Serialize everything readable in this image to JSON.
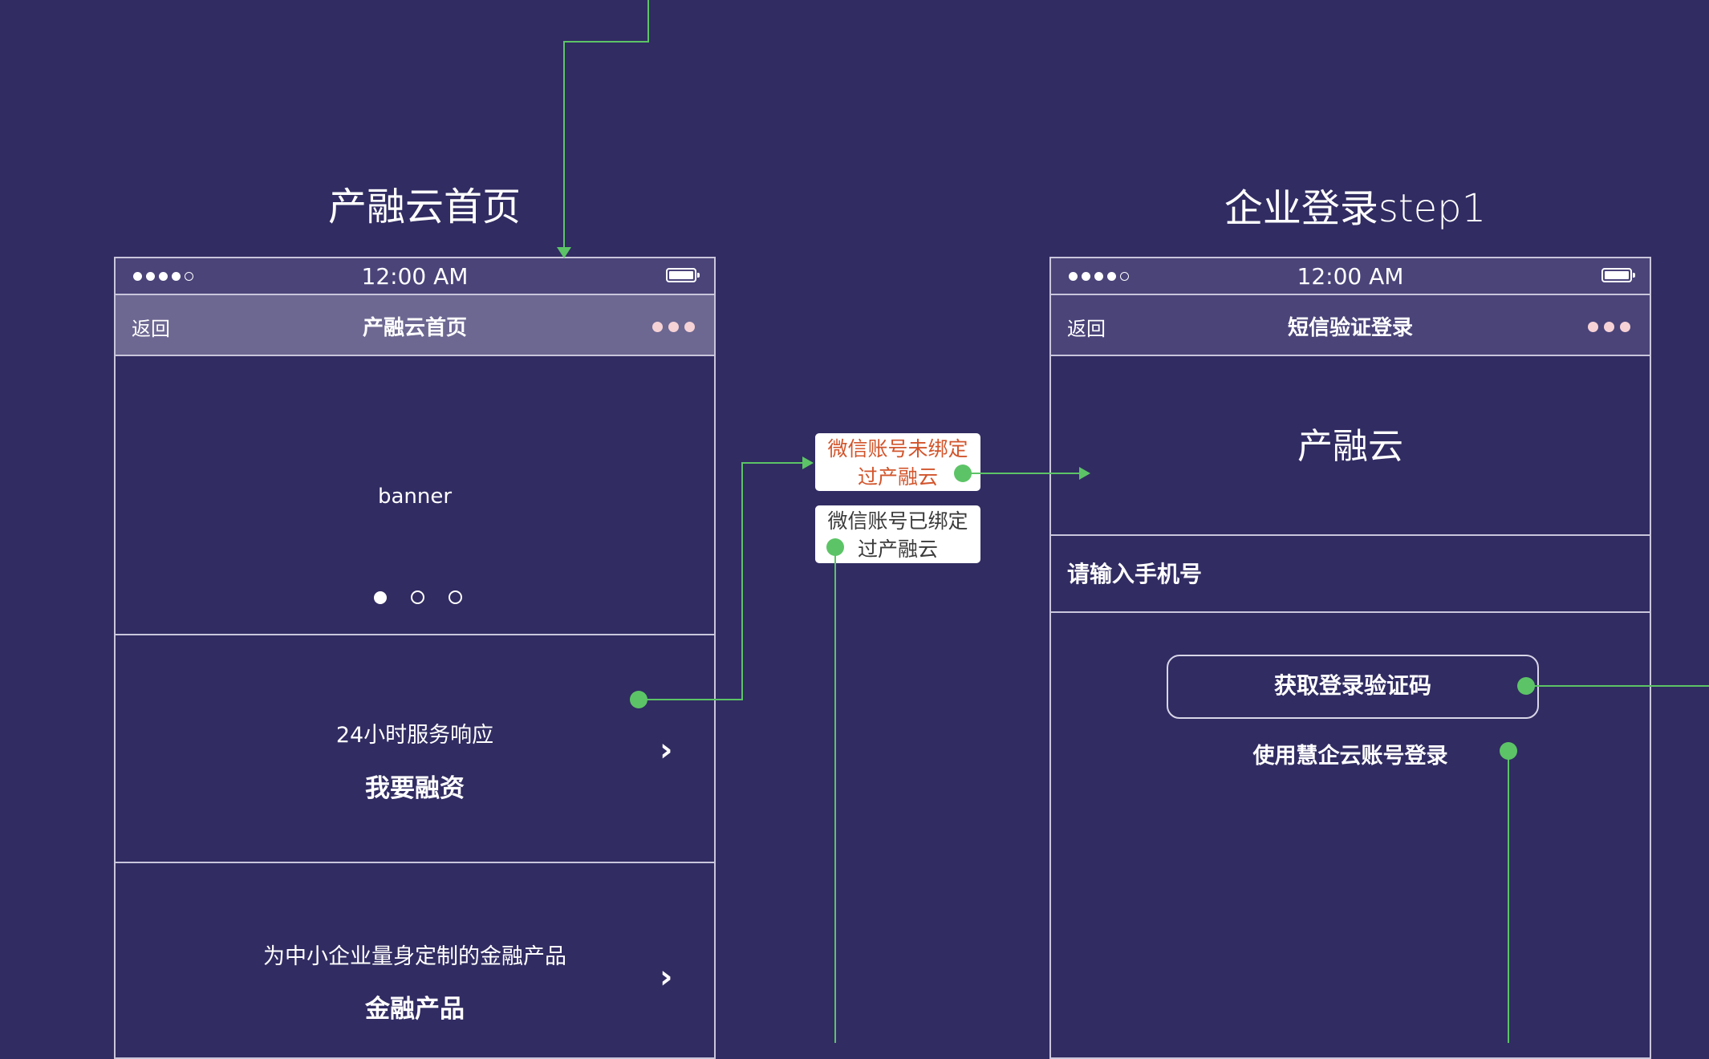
{
  "screens": [
    {
      "heading": "产融云首页",
      "status": {
        "time": "12:00 AM"
      },
      "nav": {
        "back": "返回",
        "title": "产融云首页"
      },
      "banner": {
        "label": "banner",
        "page_dots": 3,
        "active_dot": 0
      },
      "list": [
        {
          "subtitle": "24小时服务响应",
          "title": "我要融资"
        },
        {
          "subtitle": "为中小企业量身定制的金融产品",
          "title": "金融产品"
        }
      ]
    },
    {
      "heading": "企业登录step1",
      "status": {
        "time": "12:00 AM"
      },
      "nav": {
        "back": "返回",
        "title": "短信验证登录"
      },
      "logo_text": "产融云",
      "phone_input_placeholder": "请输入手机号",
      "get_code_button": "获取登录验证码",
      "alt_login_link": "使用慧企云账号登录"
    }
  ],
  "notes": [
    {
      "line1": "微信账号未绑定",
      "line2": "过产融云",
      "color": "#d2552c"
    },
    {
      "line1": "微信账号已绑定",
      "line2": "过产融云",
      "color": "#3b3b3b"
    }
  ],
  "colors": {
    "background": "#312c62",
    "connector": "#5cc466",
    "statusbar": "#4a4479",
    "navbar_home": "#6d6892",
    "navbar_login": "#4a4479",
    "outline": "#c9c6dc"
  },
  "icons": [
    "signal-dots-icon",
    "battery-icon",
    "more-dots-icon",
    "chevron-right-icon",
    "page-indicator-icon"
  ]
}
